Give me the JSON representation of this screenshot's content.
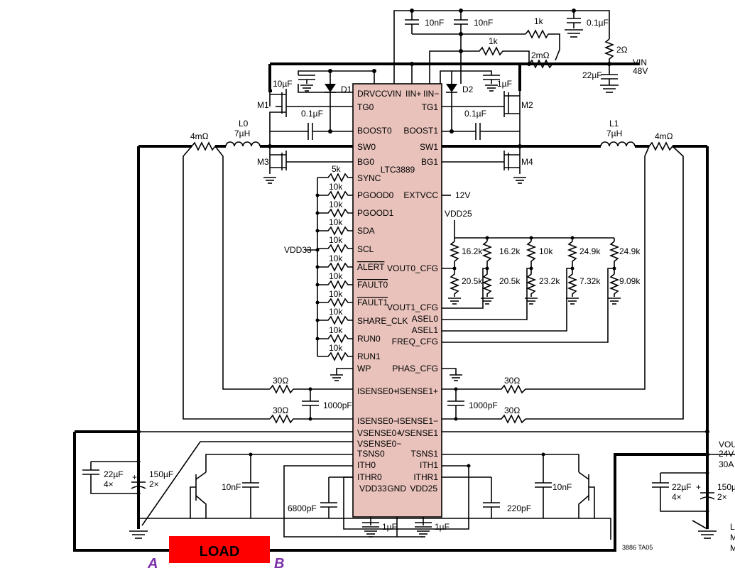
{
  "ic": {
    "name": "LTC3889",
    "left_pins": [
      "DRVCC",
      "TG0",
      "BOOST0",
      "SW0",
      "BG0",
      "SYNC",
      "PGOOD0",
      "PGOOD1",
      "SDA",
      "SCL",
      "ALERT",
      "FAULT0",
      "FAULT1",
      "SHARE_CLK",
      "RUN0",
      "RUN1",
      "WP",
      "ISENSE0+",
      "ISENSE0−",
      "VSENSE0+",
      "VSENSE0−",
      "TSNS0",
      "ITH0",
      "ITHR0",
      "VDD33"
    ],
    "right_pins": [
      "VIN",
      "IIN+",
      "IIN−",
      "TG1",
      "BOOST1",
      "SW1",
      "BG1",
      "EXTVCC",
      "VOUT0_CFG",
      "VOUT1_CFG",
      "ASEL0",
      "ASEL1",
      "FREQ_CFG",
      "PHAS_CFG",
      "ISENSE1+",
      "ISENSE1−",
      "VSENSE1",
      "TSNS1",
      "ITH1",
      "ITHR1",
      "GND",
      "VDD25"
    ]
  },
  "components": {
    "c_top1": "10nF",
    "c_top2": "10nF",
    "r_top1": "1k",
    "c_top3": "0.1µF",
    "r_top2": "1k",
    "r_sense_in": "2mΩ",
    "r_vin": "2Ω",
    "c_vin": "22µF",
    "c_drv": "10µF",
    "c_1u": "1µF",
    "diode1": "D1",
    "diode2": "D2",
    "m1": "M1",
    "m2": "M2",
    "m3": "M3",
    "m4": "M4",
    "c_boost0": "0.1µF",
    "c_boost1": "0.1µF",
    "l0": "L0",
    "l0_val": "7µH",
    "l1": "L1",
    "l1_val": "7µH",
    "r_sense0": "4mΩ",
    "r_sense1": "4mΩ",
    "r_sync": "5k",
    "r_pull": "10k",
    "extvcc": "12V",
    "r_cfg": [
      "16.2k",
      "16.2k",
      "10k",
      "24.9k",
      "24.9k"
    ],
    "r_cfg_low": [
      "20.5k",
      "20.5k",
      "23.2k",
      "7.32k",
      "9.09k"
    ],
    "r_30": "30Ω",
    "c_1000p": "1000pF",
    "c_out0": "22µF",
    "c_out0_n": "4×",
    "c_bulk0": "150µF",
    "c_bulk0_n": "2×",
    "c_out1": "22µF",
    "c_out1_n": "4×",
    "c_bulk1": "150µ",
    "c_bulk1_n": "2×",
    "c_tsns": "10nF",
    "c_6800": "6800pF",
    "c_220": "220pF"
  },
  "labels": {
    "vin": "VIN",
    "vin_val": "48V",
    "vdd25": "VDD25",
    "vdd33": "VDD33",
    "vout": "VOUT",
    "vout_v": "24V",
    "vout_i": "30A",
    "load": "LOAD",
    "node_a": "A",
    "node_b": "B",
    "code": "3886 TA05",
    "trunc1": "L",
    "trunc2": "M",
    "trunc3": "M"
  },
  "colors": {
    "ic_fill": "#e8c2bb",
    "load_fill": "#ff0000",
    "node_label": "#7b2fa8"
  }
}
